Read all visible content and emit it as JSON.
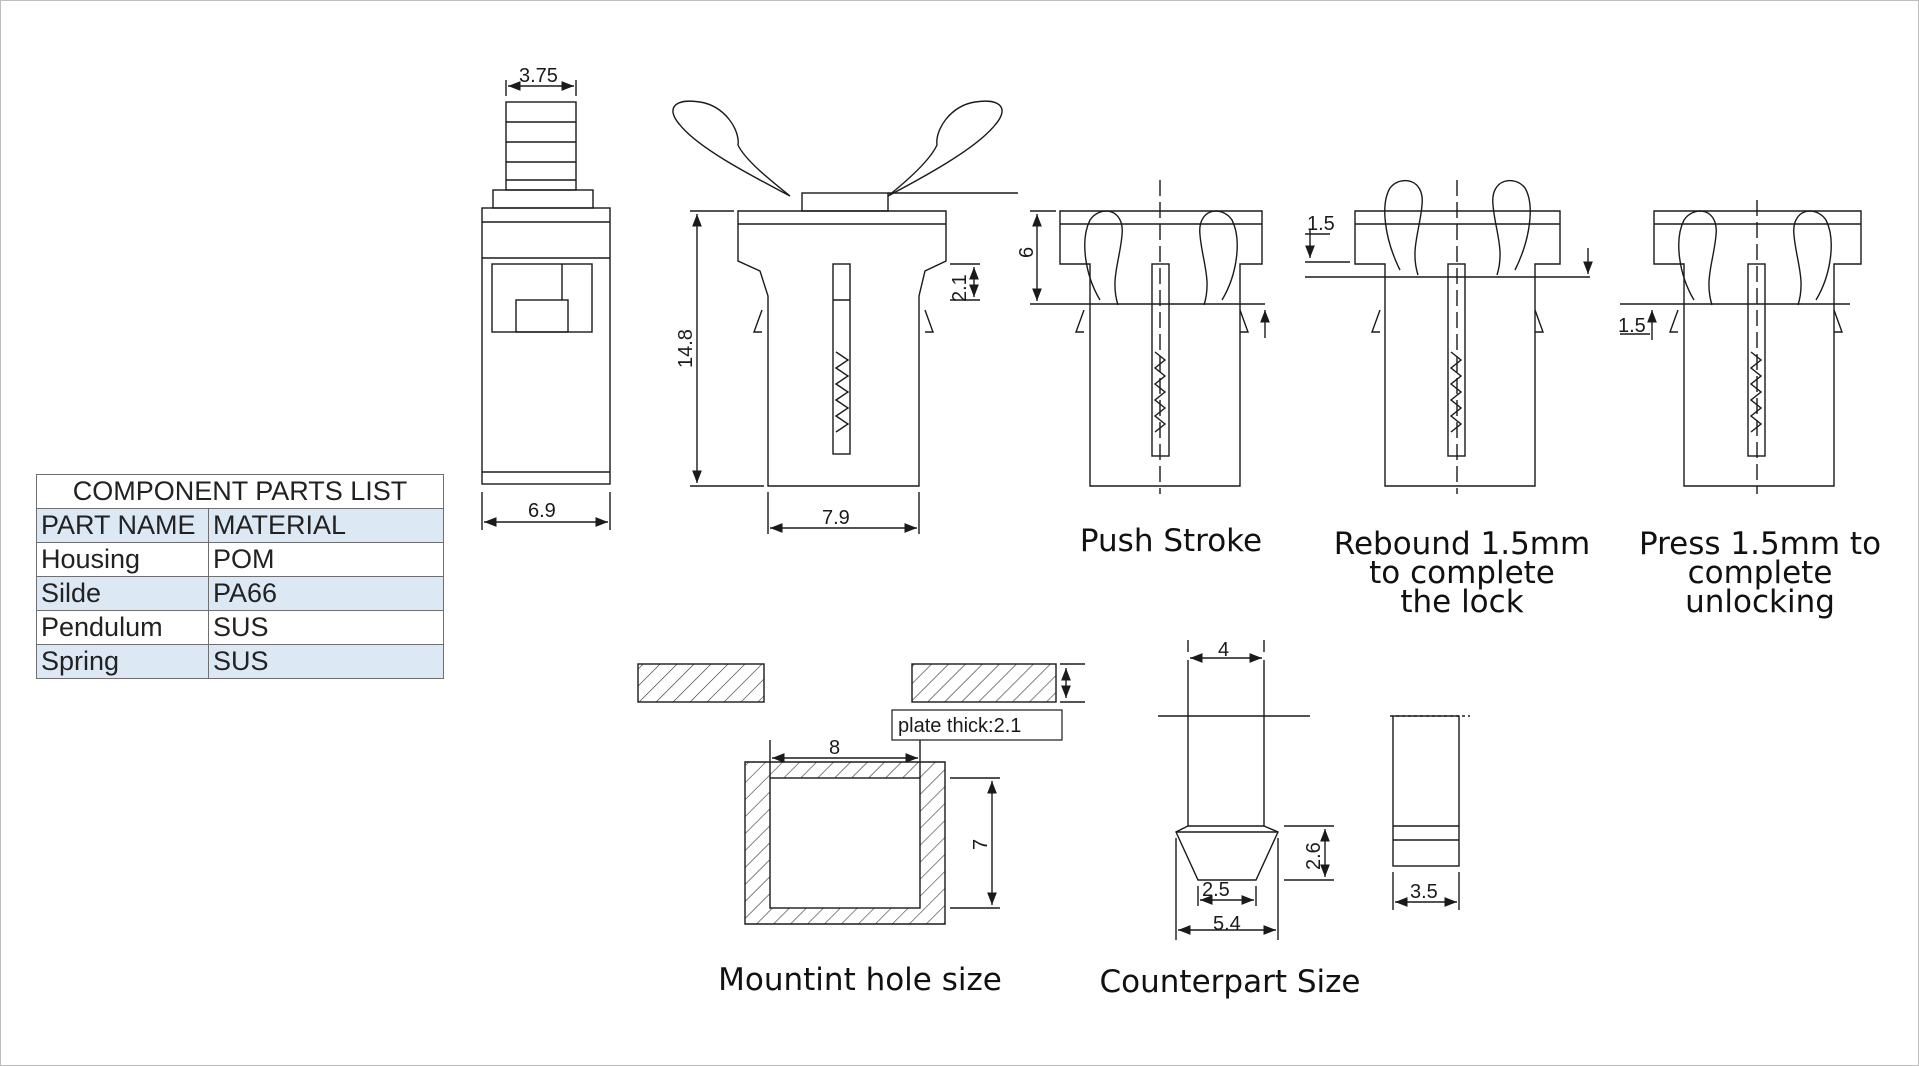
{
  "parts_list": {
    "title": "COMPONENT PARTS LIST",
    "header": {
      "name": "PART NAME",
      "material": "MATERIAL"
    },
    "rows": [
      {
        "name": "Housing",
        "material": "POM"
      },
      {
        "name": "Silde",
        "material": "PA66"
      },
      {
        "name": "Pendulum",
        "material": "SUS"
      },
      {
        "name": "Spring",
        "material": "SUS"
      }
    ]
  },
  "dimensions": {
    "top_width": "3.75",
    "side_width": "6.9",
    "height": "14.8",
    "body_width": "7.9",
    "shoulder": "2.1",
    "stroke_depth": "6",
    "rebound": "1.5",
    "press": "1.5",
    "hole_width": "8",
    "hole_height": "7",
    "plate_thick": "plate thick:2.1",
    "cp_top": "4",
    "cp_inner": "2.5",
    "cp_bottom": "5.4",
    "cp_height": "2.6",
    "cp_side": "3.5"
  },
  "captions": {
    "push": "Push Stroke",
    "rebound": [
      "Rebound 1.5mm",
      "to complete",
      "the lock"
    ],
    "press": [
      "Press 1.5mm to",
      "complete",
      "unlocking"
    ],
    "mounting": "Mountint hole size",
    "counterpart": "Counterpart Size"
  },
  "colors": {
    "line": "#1a1a1a",
    "table_stripe": "#dde8f5",
    "table_border": "#6f6f6f"
  }
}
